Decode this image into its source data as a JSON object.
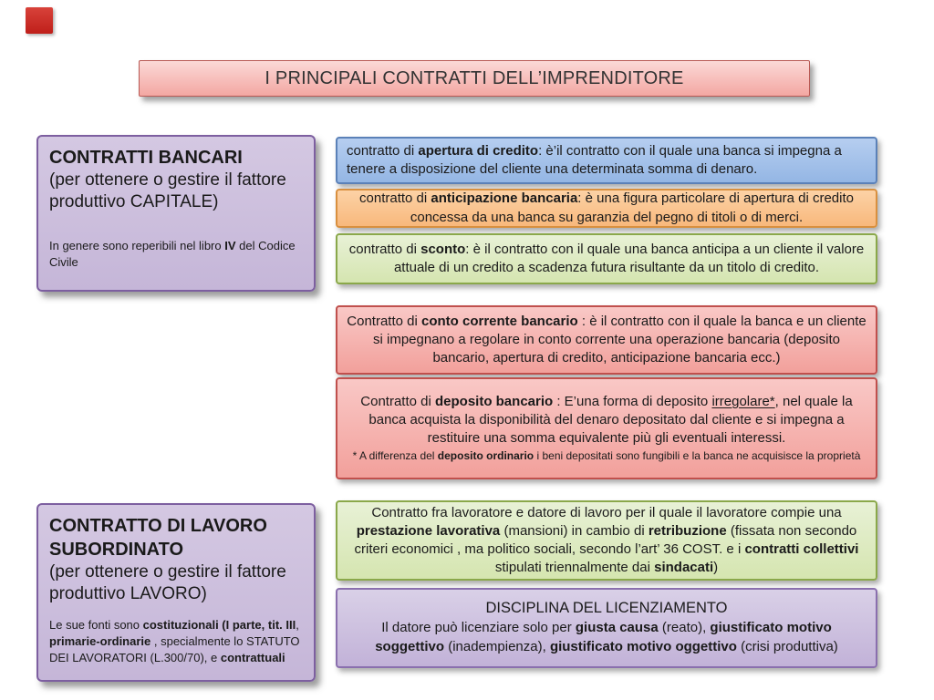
{
  "title": "I PRINCIPALI CONTRATTI DELL’IMPRENDITORE",
  "left_boxes": {
    "bancari": {
      "title": "CONTRATTI BANCARI",
      "subtitle": "(per ottenere  o gestire il fattore produttivo CAPITALE)",
      "note_html": "In genere sono reperibili nel libro <b>IV</b> del Codice Civile"
    },
    "lavoro": {
      "title": "CONTRATTO DI LAVORO SUBORDINATO",
      "subtitle": "(per ottenere  o gestire il fattore produttivo LAVORO)",
      "note_html": "Le sue fonti sono <b>costituzionali (I  parte, tit. III</b>, <b>primarie-ordinarie</b> , specialmente lo STATUTO DEI LAVORATORI (L.300/70), e <b>contrattuali</b>"
    }
  },
  "right_boxes": {
    "apertura": {
      "text_html": "contratto di <b>apertura di credito</b>: è’il contratto con il quale una banca si impegna a tenere a disposizione del cliente una determinata somma di denaro."
    },
    "anticipazione": {
      "text_html": "contratto di <b>anticipazione bancaria</b>: è una figura particolare di apertura di credito concessa da una banca su garanzia del pegno di titoli o di merci."
    },
    "sconto": {
      "text_html": "contratto di <b>sconto</b>: è il contratto con il quale una banca anticipa a un cliente il valore attuale di un credito a scadenza futura risultante da un titolo di credito."
    },
    "conto_corrente": {
      "text_html": "Contratto di <b>conto corrente bancario</b> : è il contratto con il quale la banca e un cliente si impegnano a regolare in conto corrente una operazione bancaria (deposito bancario, apertura di credito, anticipazione bancaria ecc.)"
    },
    "deposito": {
      "text_html": "Contratto di <b>deposito bancario</b> : E’una forma di deposito <u>irregolare*</u>, nel quale la banca acquista la disponibilità del denaro depositato dal cliente e si impegna a restituire una somma equivalente più gli eventuali interessi.",
      "note_html": "* A differenza del <b>deposito ordinario</b> i beni depositati sono fungibili e la banca ne acquisisce la proprietà"
    },
    "lavoro_def": {
      "text_html": "Contratto fra lavoratore e datore di lavoro per il quale il lavoratore compie una <b>prestazione lavorativa</b> (mansioni) in cambio di <b>retribuzione</b> (fissata non secondo criteri economici , ma politico sociali, secondo l’art’ 36 COST. e i <b>contratti collettivi</b> stipulati triennalmente dai <b>sindacati</b>)"
    },
    "licenziamento": {
      "heading": "DISCIPLINA DEL LICENZIAMENTO",
      "text_html": "Il datore può licenziare solo per <b>giusta causa</b> (reato), <b>giustificato motivo soggettivo</b> (inadempienza), <b>giustificato motivo oggettivo</b> (crisi produttiva)"
    }
  },
  "palette": {
    "corner_red": "#bf1f1a",
    "title_fill": "#f3a7a2",
    "title_border": "#b95a55",
    "purple_fill": "#ccc0da",
    "purple_border": "#7d5fa0",
    "blue_fill": "#94b6e4",
    "blue_border": "#5b81b8",
    "orange_fill": "#f8b87c",
    "orange_border": "#d9903f",
    "green_fill": "#d5e5b0",
    "green_border": "#8aa84a",
    "pink_fill": "#f2a09b",
    "pink_border": "#c0504d"
  }
}
